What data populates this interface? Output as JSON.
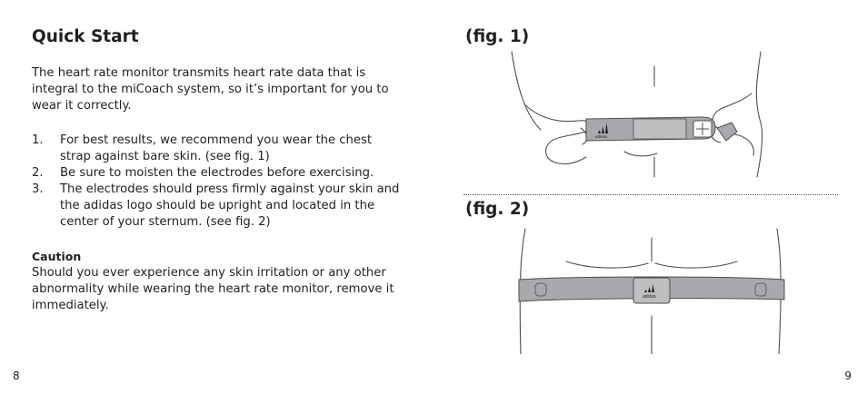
{
  "left_page": {
    "title": "Quick Start",
    "intro": "The heart rate monitor transmits heart rate data that is integral to the miCoach system, so it’s important for you to wear it correctly.",
    "steps": [
      {
        "num": "1.",
        "text": "For best results, we recommend you wear the chest strap against bare skin. (see fig. 1)"
      },
      {
        "num": "2.",
        "text": "Be sure to moisten the electrodes before exercising."
      },
      {
        "num": "3.",
        "text": "The electrodes should press firmly against your skin and the adidas logo should be upright and located in the center of your sternum. (see fig. 2)"
      }
    ],
    "caution_heading": "Caution",
    "caution_text": "Should you ever experience any skin irritation or any other abnormality while wearing the heart rate monitor, remove it immediately.",
    "page_number": "8"
  },
  "right_page": {
    "fig1_label": "(fig. 1)",
    "fig2_label": "(fig. 2)",
    "logo_text": "adidas",
    "page_number": "9"
  },
  "colors": {
    "text": "#231f20",
    "strap": "#a7a9ac",
    "line": "#4d4d4d"
  }
}
